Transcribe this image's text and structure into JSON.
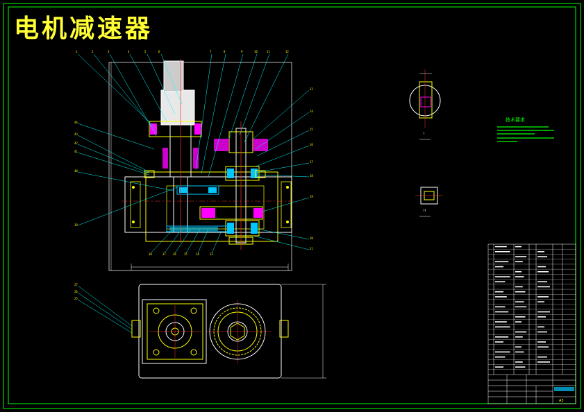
{
  "drawing": {
    "title": "电机减速器",
    "sheet_size": "A3"
  },
  "tech_requirements": {
    "heading": "技术要求"
  },
  "views": {
    "detail_1": "I",
    "detail_2": "II"
  },
  "title_block": {
    "sheet_label": "A3"
  },
  "colors": {
    "background": "#000000",
    "frame": "#00ff00",
    "part_outline": "#ffff00",
    "leader_lines": "#00ffff",
    "center_lines": "#ff3333",
    "shaft_fill": "#ffffff",
    "hatch": "#ff00ff",
    "bearings": "#00c8ff",
    "title_text": "#ffff33"
  }
}
